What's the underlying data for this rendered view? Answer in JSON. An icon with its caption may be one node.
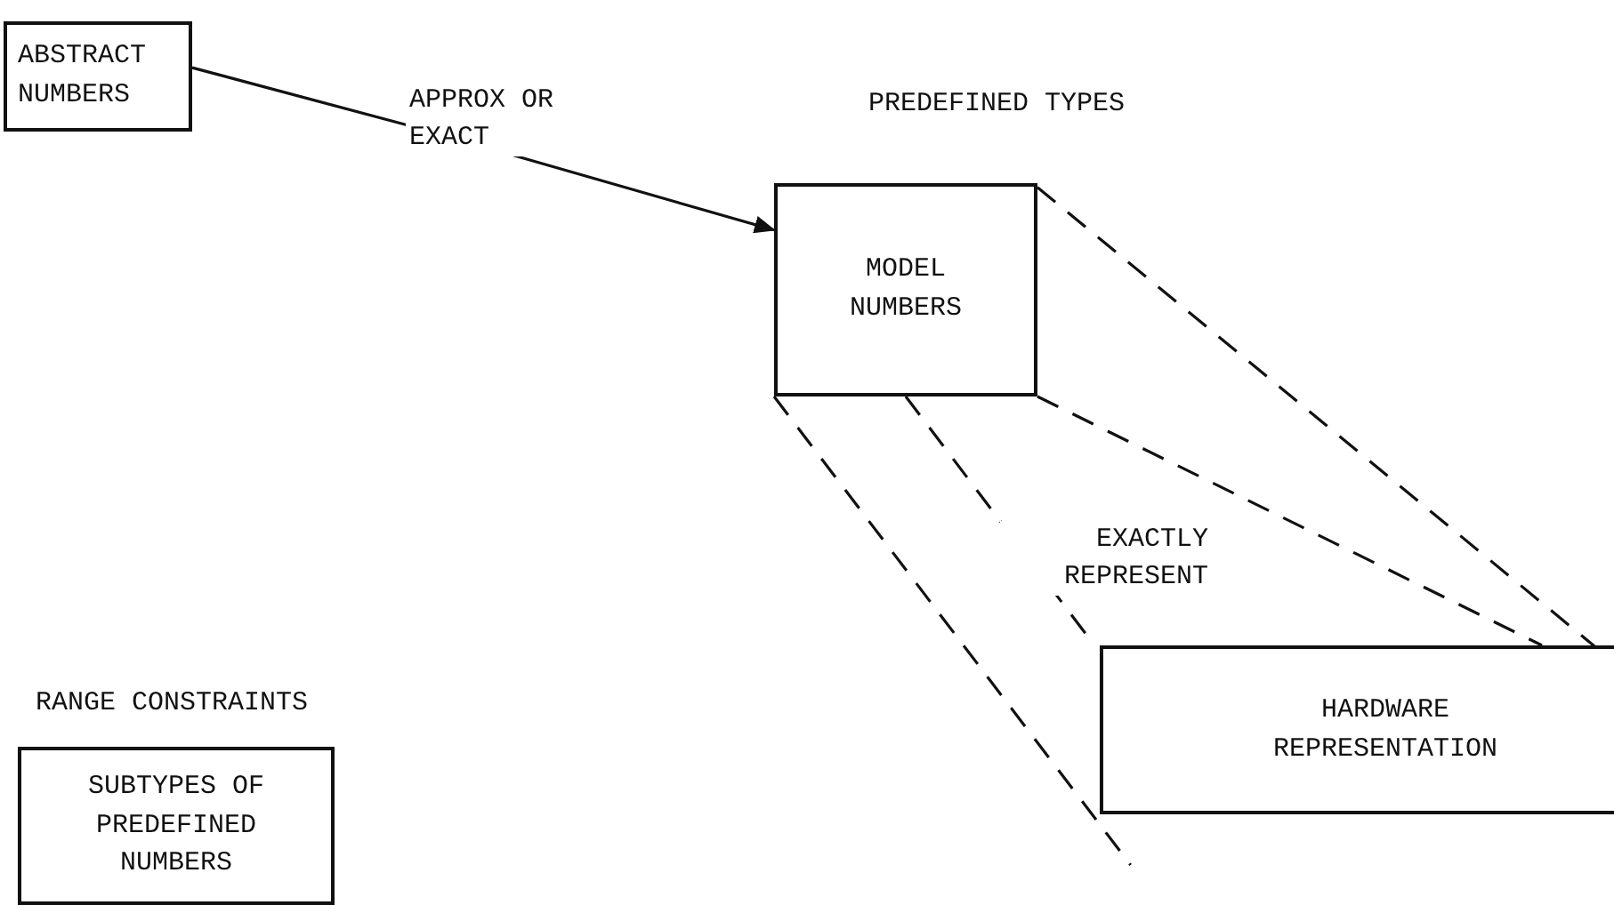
{
  "diagram": {
    "nodes": [
      {
        "text": [
          "ABSTRACT NUMBERS"
        ]
      },
      {
        "text": [
          "MODEL NUMBERS"
        ]
      },
      {
        "text": [
          "HARDWARE REPRESENTATION"
        ]
      },
      {
        "text": [
          "SUBTYPES OF PREDEFINED NUMBERS"
        ]
      }
    ],
    "edges": [
      {
        "from": 0,
        "to": 1,
        "arrow": "to",
        "label": "APPROX OR EXACT"
      },
      {
        "from": 1,
        "to": 2,
        "arrow": "none",
        "style": "dashed"
      },
      {
        "from": 1,
        "to": 2,
        "arrow": "none",
        "style": "dashed"
      },
      {
        "from": 1,
        "to": 2,
        "arrow": "none",
        "style": "dashed",
        "label": "EXACTLY REPRESENT"
      },
      {
        "from": 1,
        "to": 2,
        "arrow": "none",
        "style": "dashed"
      }
    ],
    "labels": [
      "PREDEFINED TYPES",
      "RANGE CONSTRAINTS"
    ]
  }
}
